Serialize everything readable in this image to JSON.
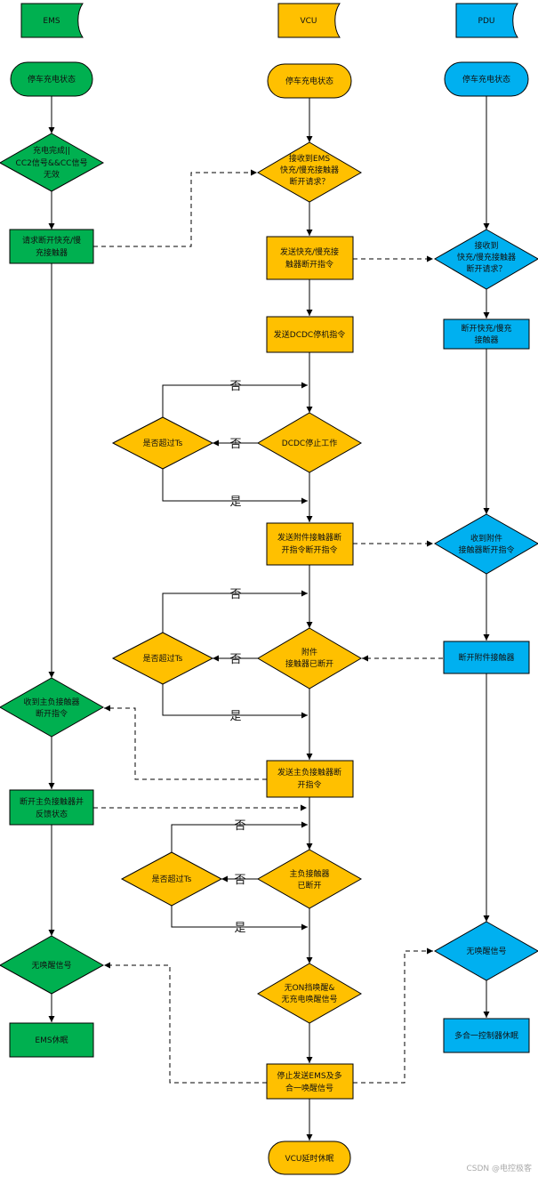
{
  "lanes": {
    "ems": "EMS",
    "vcu": "VCU",
    "pdu": "PDU"
  },
  "nodes": {
    "ems_start": "停车充电状态",
    "ems_charge_done": [
      "充电完成||",
      "CC2信号&&CC信号",
      "无效"
    ],
    "ems_request_open": [
      "请求断开快充/慢",
      "充接触器"
    ],
    "ems_recv_main_neg": [
      "收到主负接触器",
      "断开指令"
    ],
    "ems_open_main_neg": [
      "断开主负接触器并",
      "反馈状态"
    ],
    "ems_no_wake": "无唤醒信号",
    "ems_sleep": "EMS休眠",
    "vcu_start": "停车充电状态",
    "vcu_recv_request": [
      "接收到EMS",
      "快充/慢充接触器",
      "断开请求？"
    ],
    "vcu_send_open": [
      "发送快充/慢充接",
      "触器断开指令"
    ],
    "vcu_send_dcdc_stop": "发送DCDC停机指令",
    "vcu_dcdc_stopped": "DCDC停止工作",
    "vcu_timeout_1": "是否超过Ts",
    "vcu_send_aux_open": [
      "发送附件接触器断",
      "开指令断开指令"
    ],
    "vcu_aux_opened": [
      "附件",
      "接触器已断开"
    ],
    "vcu_timeout_2": "是否超过Ts",
    "vcu_send_main_neg": [
      "发送主负接触器断",
      "开指令"
    ],
    "vcu_main_neg_opened": [
      "主负接触器",
      "已断开"
    ],
    "vcu_timeout_3": "是否超过Ts",
    "vcu_no_wake": [
      "无ON挡唤醒&",
      "无充电唤醒信号"
    ],
    "vcu_stop_wake": [
      "停止发送EMS及多",
      "合一唤醒信号"
    ],
    "vcu_sleep": "VCU延时休眠",
    "pdu_start": "停车充电状态",
    "pdu_recv_request": [
      "接收到",
      "快充/慢充接触器",
      "断开请求？"
    ],
    "pdu_open_contactor": [
      "断开快充/慢充",
      "接触器"
    ],
    "pdu_recv_aux": [
      "收到附件",
      "接触器断开指令"
    ],
    "pdu_open_aux": "断开附件接触器",
    "pdu_no_wake": "无唤醒信号",
    "pdu_sleep": "多合一控制器休眠"
  },
  "edge_labels": {
    "no": "否",
    "yes": "是"
  },
  "watermark": "CSDN @电控极客",
  "colors": {
    "ems": "#00b050",
    "vcu": "#ffc000",
    "pdu": "#00b0f0",
    "line": "#000000"
  }
}
